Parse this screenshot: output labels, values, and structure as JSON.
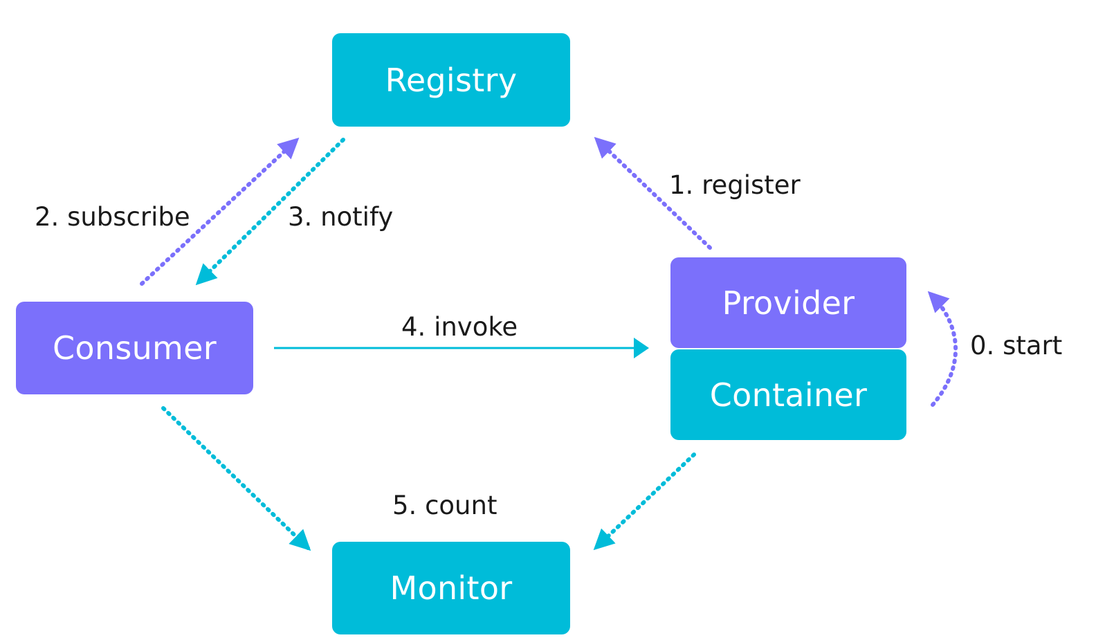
{
  "nodes": {
    "registry": "Registry",
    "consumer": "Consumer",
    "provider": "Provider",
    "container": "Container",
    "monitor": "Monitor"
  },
  "edges": {
    "start": "0. start",
    "register": "1. register",
    "subscribe": "2. subscribe",
    "notify": "3. notify",
    "invoke": "4. invoke",
    "count": "5. count"
  },
  "colors": {
    "cyan": "#00bcd9",
    "purple": "#7b70fb",
    "text": "#1a1a1a"
  }
}
